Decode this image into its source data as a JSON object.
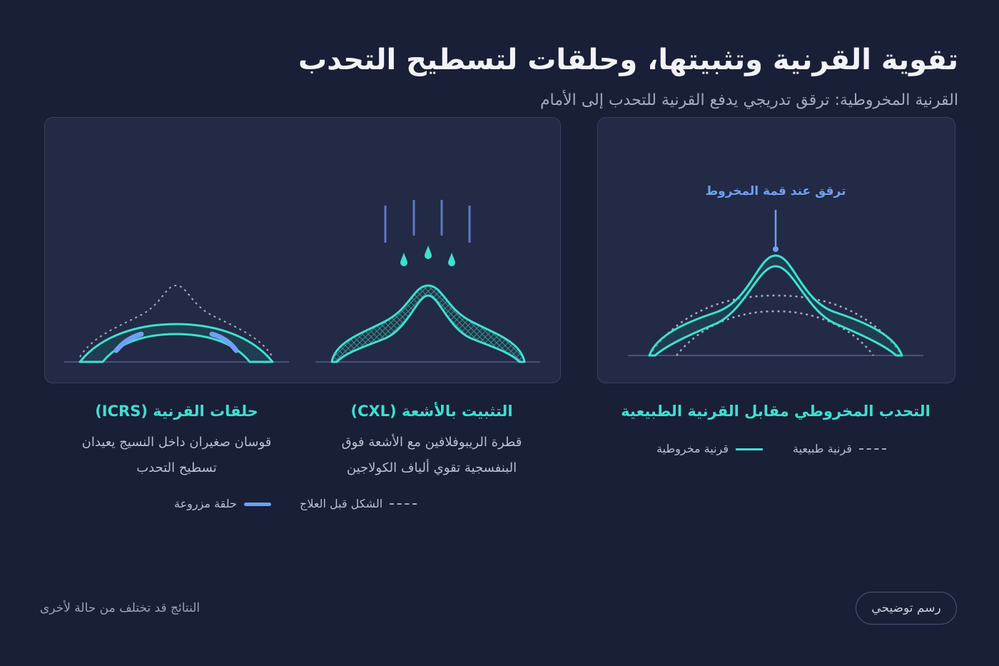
{
  "header": {
    "title": "تقوية القرنية وتثبيتها، وحلقات لتسطيح التحدب",
    "subtitle": "القرنية المخروطية: ترقق تدريجي يدفع القرنية للتحدب إلى الأمام"
  },
  "comparison": {
    "annotation": "ترقق عند قمة المخروط",
    "heading": "التحدب المخروطي مقابل القرنية الطبيعية",
    "legend_cone": "قرنية مخروطية",
    "legend_normal": "قرنية طبيعية"
  },
  "cxl": {
    "heading": "التثبيت بالأشعة (CXL)",
    "desc_line1": "قطرة الريبوفلافين مع الأشعة فوق",
    "desc_line2": "البنفسجية تقوي ألياف الكولاجين"
  },
  "icrs": {
    "heading": "حلقات القرنية (ICRS)",
    "desc_line1": "قوسان صغيران داخل النسيج يعيدان",
    "desc_line2": "تسطيح التحدب"
  },
  "treatment_legend": {
    "before": "الشكل قبل العلاج",
    "ring": "حلقة مزروعة"
  },
  "footer": {
    "note": "النتائج قد تختلف من حالة لأخرى",
    "badge": "رسم توضيحي"
  },
  "colors": {
    "background": "#1a1f38",
    "panel": "#232a45",
    "accent_teal": "#3ee0cf",
    "accent_blue": "#6fa0f5",
    "muted": "#a3a9bf"
  }
}
